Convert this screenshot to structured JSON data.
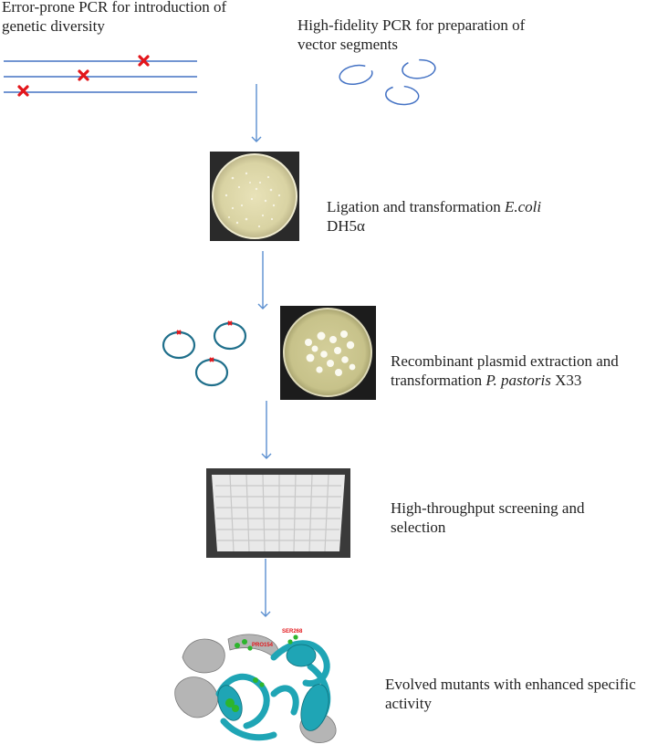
{
  "steps": {
    "error_prone": "Error-prone PCR for introduction of\ngenetic diversity",
    "high_fidelity": "High-fidelity PCR for preparation of\nvector segments",
    "ligation": {
      "part1": "Ligation and transformation ",
      "italic": "E.coli",
      "part2": "DH5α"
    },
    "recombinant": {
      "line1": "Recombinant plasmid extraction and",
      "part1": "transformation ",
      "italic": "P. pastoris",
      "part2": " X33"
    },
    "screening": "High-throughput screening and\nselection",
    "evolved": "Evolved mutants with enhanced specific\nactivity"
  },
  "protein_labels": {
    "pro": "PRO154",
    "ser": "SER268"
  },
  "colors": {
    "line": "#4472c4",
    "arrow": "#5b8fd0",
    "mutation": "#e3161b",
    "plasmid": "#1f6f8b",
    "protein_cyan": "#1fa5b5",
    "protein_grey": "#a9a9a9",
    "residue_green": "#2db52d"
  }
}
